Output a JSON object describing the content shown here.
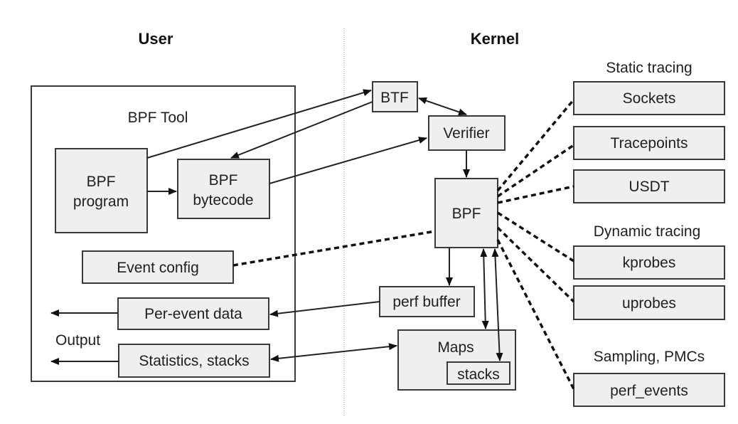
{
  "headers": {
    "user": "User",
    "kernel": "Kernel"
  },
  "user_side": {
    "tool_title": "BPF Tool",
    "bpf_program": [
      "BPF",
      "program"
    ],
    "bpf_bytecode": [
      "BPF",
      "bytecode"
    ],
    "event_config": "Event config",
    "per_event_data": "Per-event data",
    "statistics_stacks": "Statistics, stacks",
    "output_label": "Output"
  },
  "kernel_side": {
    "btf": "BTF",
    "verifier": "Verifier",
    "bpf": "BPF",
    "perf_buffer": "perf buffer",
    "maps": "Maps",
    "maps_stacks": "stacks"
  },
  "sources": {
    "static_tracing": {
      "title": "Static tracing",
      "items": [
        "Sockets",
        "Tracepoints",
        "USDT"
      ]
    },
    "dynamic_tracing": {
      "title": "Dynamic tracing",
      "items": [
        "kprobes",
        "uprobes"
      ]
    },
    "sampling": {
      "title": "Sampling, PMCs",
      "items": [
        "perf_events"
      ]
    }
  }
}
